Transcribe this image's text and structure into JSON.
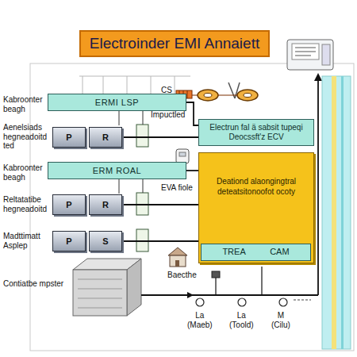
{
  "diagram": {
    "title": "Electroinder EMI Annaiett",
    "nodes": [
      {
        "text": [
          "ERMI LSP"
        ]
      },
      {
        "text": [
          "P"
        ]
      },
      {
        "text": [
          "R"
        ]
      },
      {
        "text": [
          "Electrun fal ä sabsit tupeqi Deocssft'z ECV"
        ]
      },
      {
        "text": [
          "ERM ROAL"
        ]
      },
      {
        "text": [
          "Deationd alaongingtral deteatsitonoofot ocoty"
        ]
      },
      {
        "text": [
          "TREA CAM"
        ],
        "in": 5
      },
      {
        "text": [
          "P"
        ]
      },
      {
        "text": [
          "R"
        ]
      },
      {
        "text": [
          "P"
        ]
      },
      {
        "text": [
          "S"
        ]
      }
    ],
    "edges": [
      {
        "from": 0,
        "to": 3,
        "arrow": "none"
      },
      {
        "from": 2,
        "to": 3,
        "arrow": "none"
      },
      {
        "from": 4,
        "to": 5,
        "arrow": "none"
      },
      {
        "from": 8,
        "to": 5,
        "arrow": "none"
      },
      {
        "from": 10,
        "to": 5,
        "arrow": "none"
      }
    ],
    "labels": [
      "Kabroonter beagh",
      "Aenelsiads hegneadoitd ted",
      "Kabroonter beagh",
      "Reltatatibe hegneadoitd",
      "Madttimatt Asplep",
      "Contiatbe mpster",
      "CS",
      "Impuctled",
      "EVA fiole",
      "Baecthe",
      "La (Maeb)",
      "La (Toold)",
      "M (Cilu)"
    ]
  }
}
